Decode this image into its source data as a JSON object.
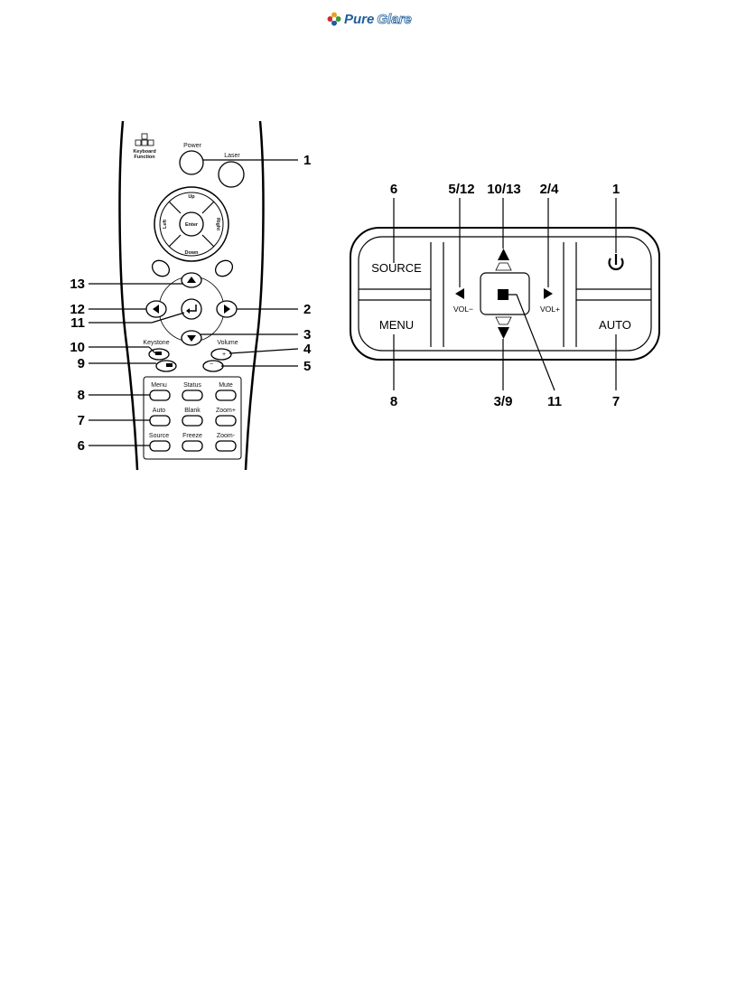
{
  "header": {
    "logo_word1": "Pure",
    "logo_word2": "Glare"
  },
  "remote": {
    "keyboard_function": "Keyboard\nFunction",
    "power": "Power",
    "laser": "Laser",
    "up": "Up",
    "down": "Down",
    "left": "Left",
    "right": "Right",
    "enter": "Enter",
    "page_up": "Page Up",
    "page_down": "Page Down",
    "keystone": "Keystone",
    "volume": "Volume",
    "vol_plus": "+",
    "vol_minus": "−",
    "menu": "Menu",
    "status": "Status",
    "mute": "Mute",
    "auto": "Auto",
    "blank": "Blank",
    "zoom_plus": "Zoom+",
    "source": "Source",
    "freeze": "Freeze",
    "zoom_minus": "Zoom-"
  },
  "remote_callouts": [
    "1",
    "13",
    "2",
    "12",
    "11",
    "3",
    "10",
    "4",
    "9",
    "5",
    "8",
    "7",
    "6"
  ],
  "panel": {
    "source": "SOURCE",
    "menu": "MENU",
    "auto": "AUTO",
    "vol_minus": "VOL−",
    "vol_plus": "VOL+"
  },
  "panel_callouts": {
    "top": [
      "6",
      "5/12",
      "10/13",
      "2/4",
      "1"
    ],
    "bottom": [
      "8",
      "3/9",
      "11",
      "7"
    ]
  },
  "colors": {
    "logo_blue": "#1f5d99",
    "line": "#000000"
  }
}
